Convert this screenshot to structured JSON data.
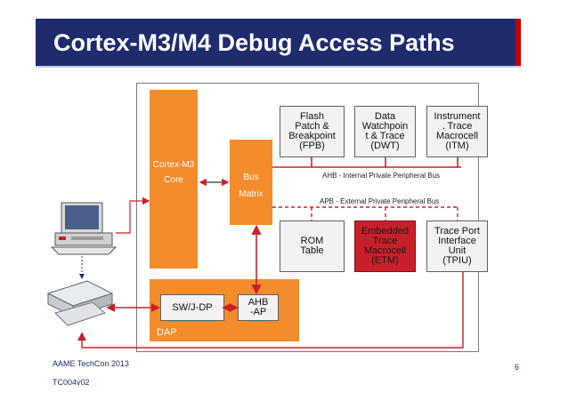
{
  "title": "Cortex-M3/M4 Debug Access Paths",
  "footer": {
    "left_line1": "AAME TechCon 2013",
    "left_line2": "TC004v02",
    "page_number": "6"
  },
  "diagram": {
    "core_label_1": "Cortex-M3",
    "core_label_2": "Core",
    "bus_matrix_label_1": "Bus",
    "bus_matrix_label_2": "Matrix",
    "ahb_bus_label": "AHB - Internal Private Peripheral Bus",
    "apb_bus_label": "APB - External Private Peripheral Bus",
    "dap_label": "DAP",
    "sw_dp_label": "SW/J-DP",
    "ahb_ap_label": "AHB\n-AP",
    "fpb": "Flash\nPatch &\nBreakpoint\n(FPB)",
    "dwt": "Data\nWatchpoin\nt & Trace\n(DWT)",
    "itm": "Instrument\n. Trace\nMacrocell\n(ITM)",
    "rom": "ROM\nTable",
    "etm": "Embedded\nTrace\nMacrocell\n(ETM)",
    "tpiu": "Trace Port\nInterface\nUnit\n(TPIU)"
  },
  "colors": {
    "title_bg": "#1f2b6c",
    "accent_red": "#c00000",
    "block_orange": "#f28c2c",
    "etm_red": "#c8202a",
    "arrow_red": "#c8202a"
  }
}
